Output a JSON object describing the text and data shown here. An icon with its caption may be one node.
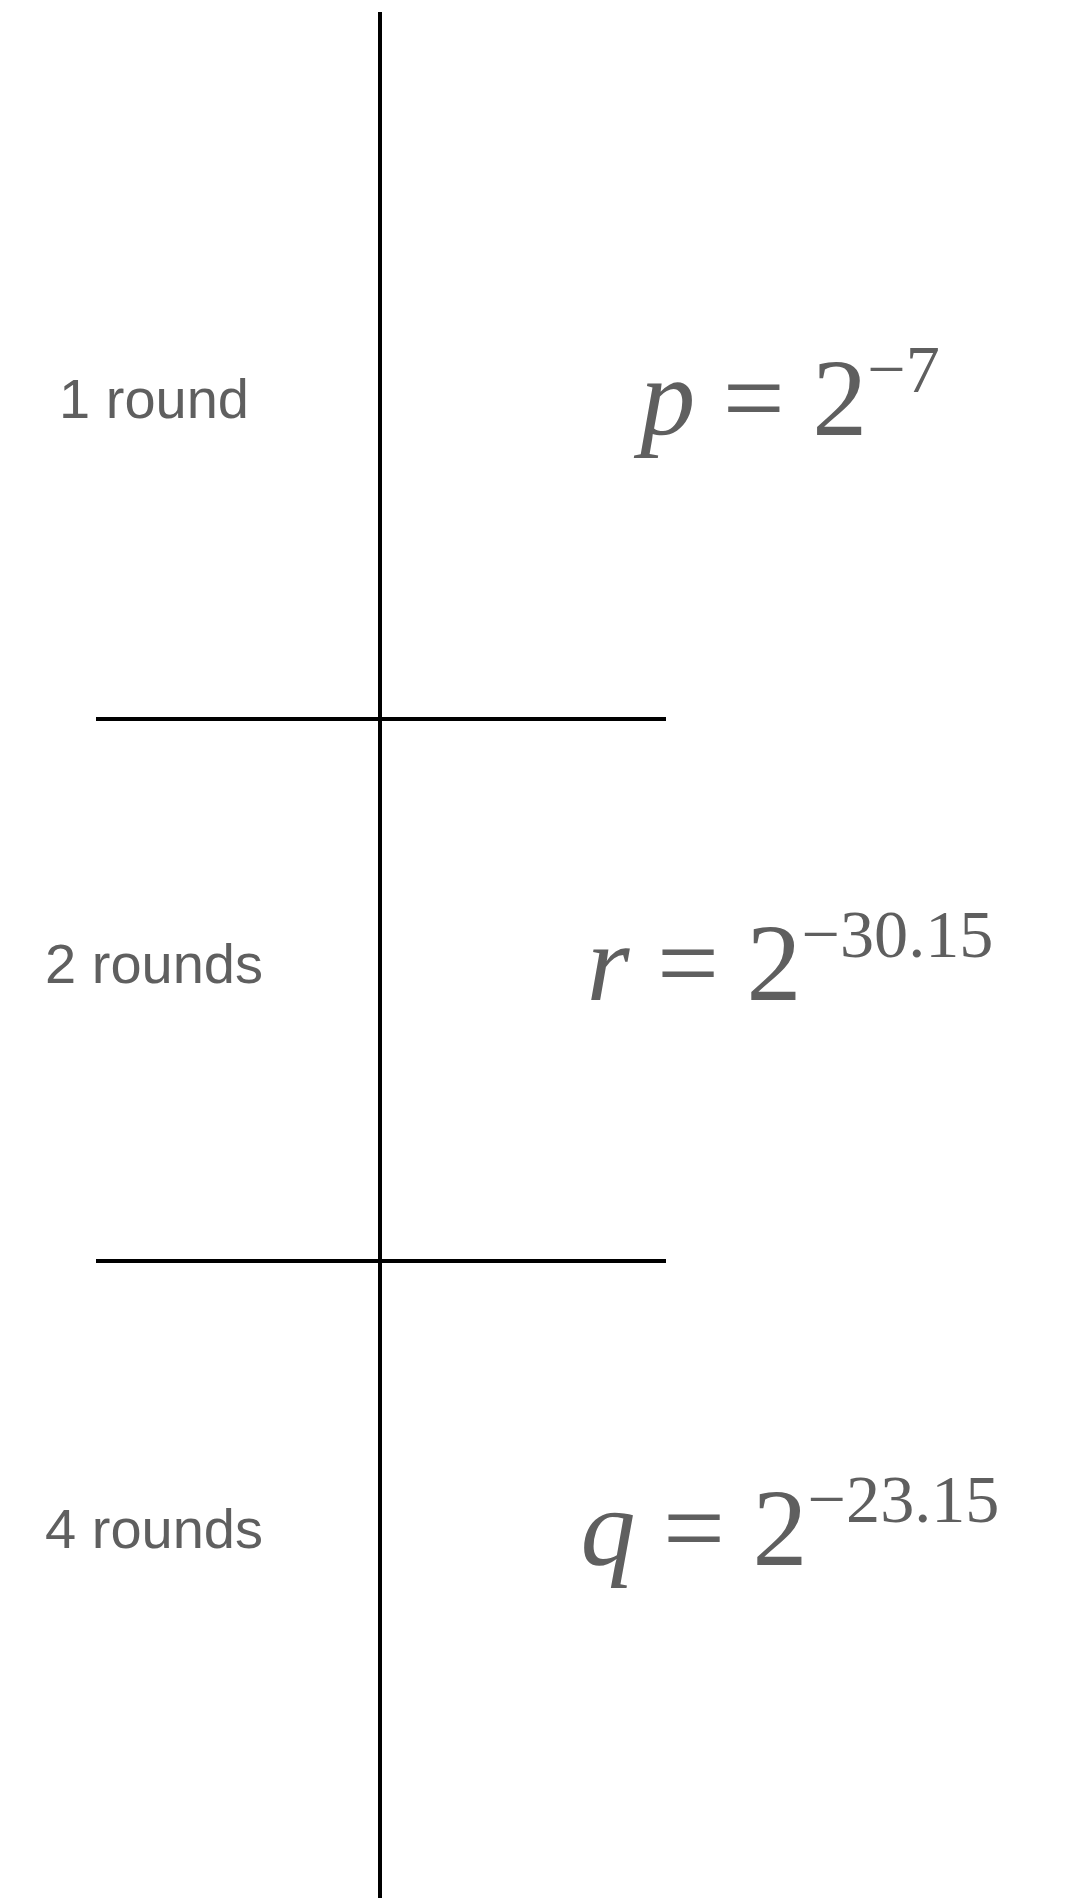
{
  "diagram": {
    "labels": [
      "1 round",
      "*p* = 2$^{−7}$",
      "2 rounds",
      "*r* = 2$^{−30.15}$",
      "4 rounds",
      "*q* = 2$^{−23.15}$"
    ]
  }
}
